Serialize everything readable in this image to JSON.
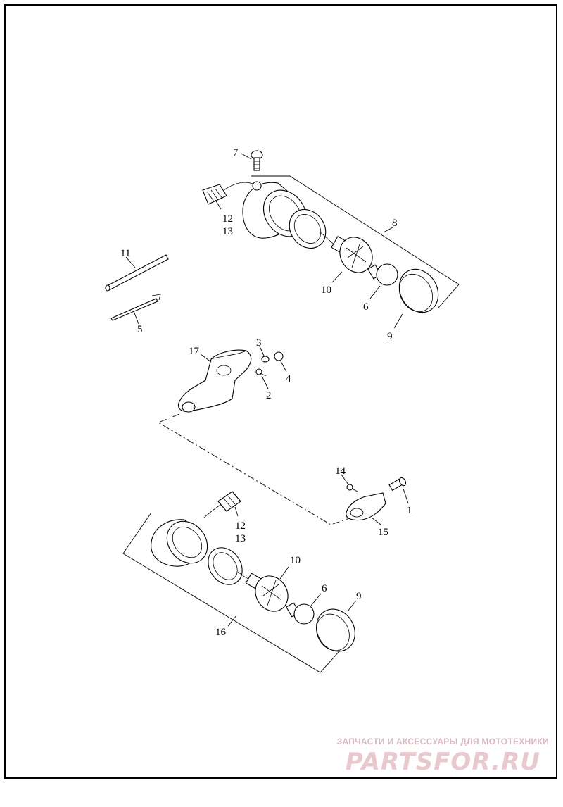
{
  "callouts": {
    "c7": "7",
    "c12_top": "12",
    "c13_top": "13",
    "c8": "8",
    "c11": "11",
    "c10_top": "10",
    "c6_top": "6",
    "c9_top": "9",
    "c5": "5",
    "c17": "17",
    "c3": "3",
    "c4": "4",
    "c2": "2",
    "c14": "14",
    "c1": "1",
    "c15": "15",
    "c12_bot": "12",
    "c13_bot": "13",
    "c10_bot": "10",
    "c6_bot": "6",
    "c9_bot": "9",
    "c16": "16"
  },
  "watermark": {
    "tagline": "ЗАПЧАСТИ И АКСЕССУАРЫ ДЛЯ МОТОТЕХНИКИ",
    "logo": "PARTSFOR.RU"
  },
  "colors": {
    "line": "#000000",
    "background": "#ffffff",
    "watermark": "#e8c9cd"
  }
}
